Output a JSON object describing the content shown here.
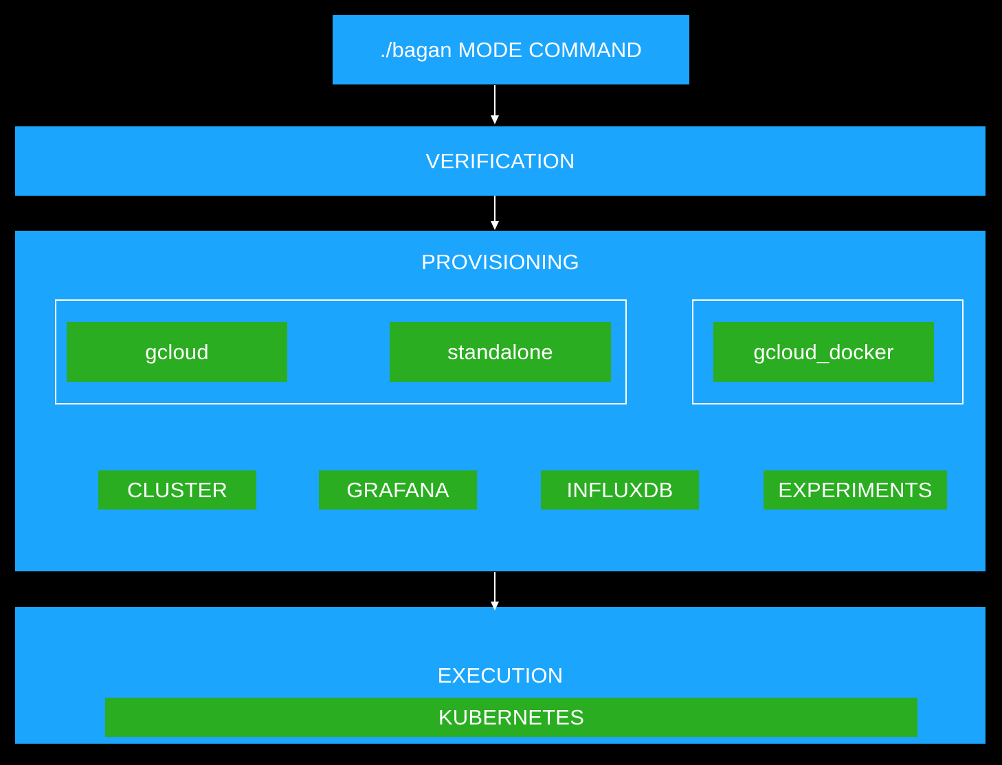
{
  "command": {
    "label": "./bagan MODE COMMAND"
  },
  "verification": {
    "label": "VERIFICATION"
  },
  "provisioning": {
    "label": "PROVISIONING",
    "modes": [
      "gcloud",
      "standalone",
      "gcloud_docker"
    ],
    "components": [
      "CLUSTER",
      "GRAFANA",
      "INFLUXDB",
      "EXPERIMENTS"
    ]
  },
  "execution": {
    "label": "EXECUTION",
    "platform": "KUBERNETES"
  },
  "colors": {
    "stage_fill": "#1ba5fd",
    "component_fill": "#2aad21",
    "background": "#000000",
    "text": "#ffffff",
    "connector": "#ffffff"
  }
}
